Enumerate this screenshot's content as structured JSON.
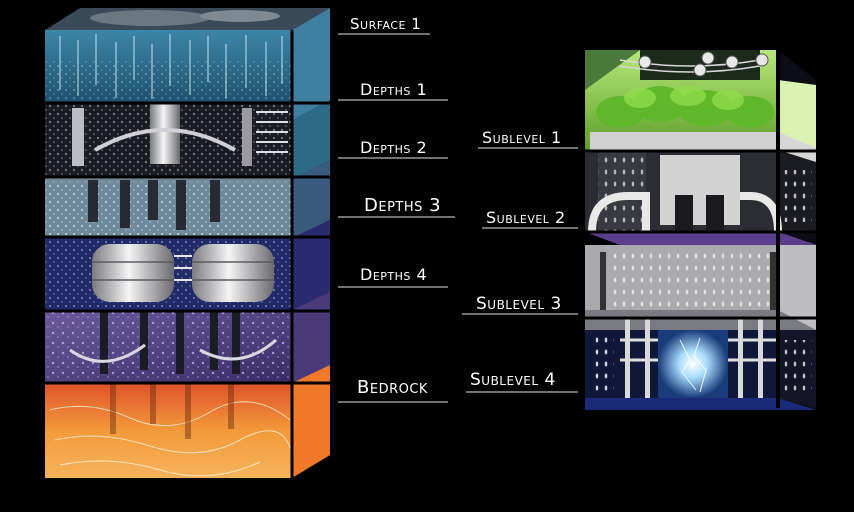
{
  "left_tower": {
    "labels": {
      "surface": "Surface 1",
      "depths1": "Depths 1",
      "depths2": "Depths 2",
      "depths3": "Depths 3",
      "depths4": "Depths 4",
      "bedrock": "Bedrock"
    }
  },
  "right_tower": {
    "labels": {
      "sub1": "Sublevel 1",
      "sub2": "Sublevel 2",
      "sub3": "Sublevel 3",
      "sub4": "Sublevel 4"
    }
  },
  "colors": {
    "water": "#2d6f8f",
    "lava": "#f07a2a",
    "machinery": "#9a9aa0",
    "purple": "#5a3f8c",
    "foliage": "#7fcf3a",
    "energy": "#9fd8ff"
  }
}
